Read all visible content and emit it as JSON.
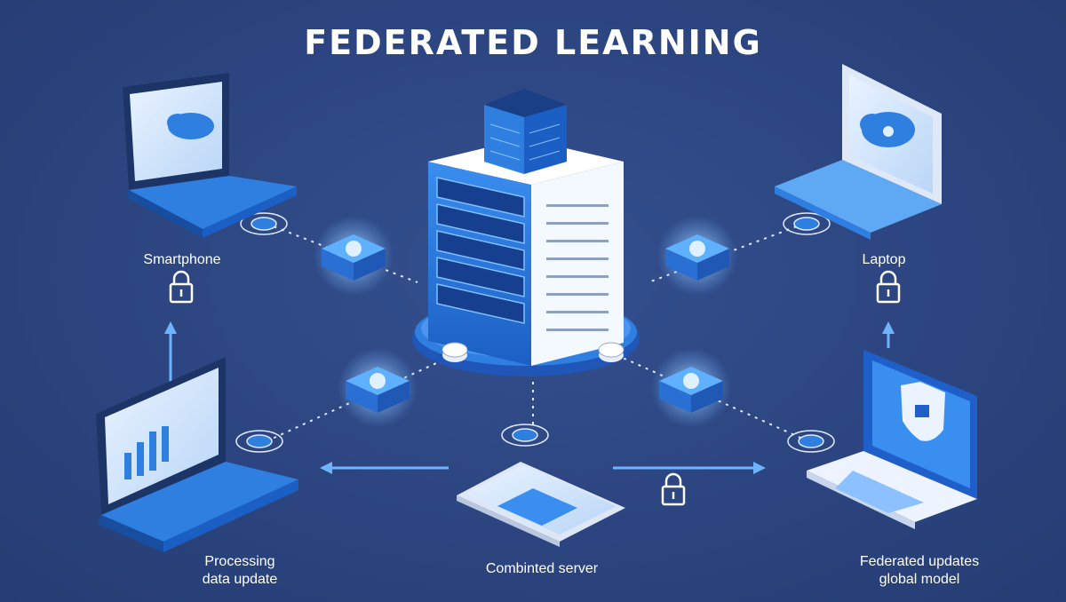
{
  "title": "FEDERATED LEARNING",
  "labels": {
    "smartphone": "Smartphone",
    "laptop": "Laptop",
    "processing_line1": "Processing",
    "processing_line2": "data update",
    "combined": "Combinted server",
    "federated_line1": "Federated updates",
    "federated_line2": "global model"
  },
  "colors": {
    "background": "#2c4580",
    "accent_blue": "#2f7fe0",
    "light_blue": "#6fb3ff",
    "white": "#ffffff",
    "glow": "#9fd4ff"
  },
  "icons": [
    "server-icon",
    "laptop-icon",
    "tablet-icon",
    "lock-icon",
    "model-chip-icon",
    "cloud-icon",
    "shield-icon",
    "arrow-icon"
  ]
}
